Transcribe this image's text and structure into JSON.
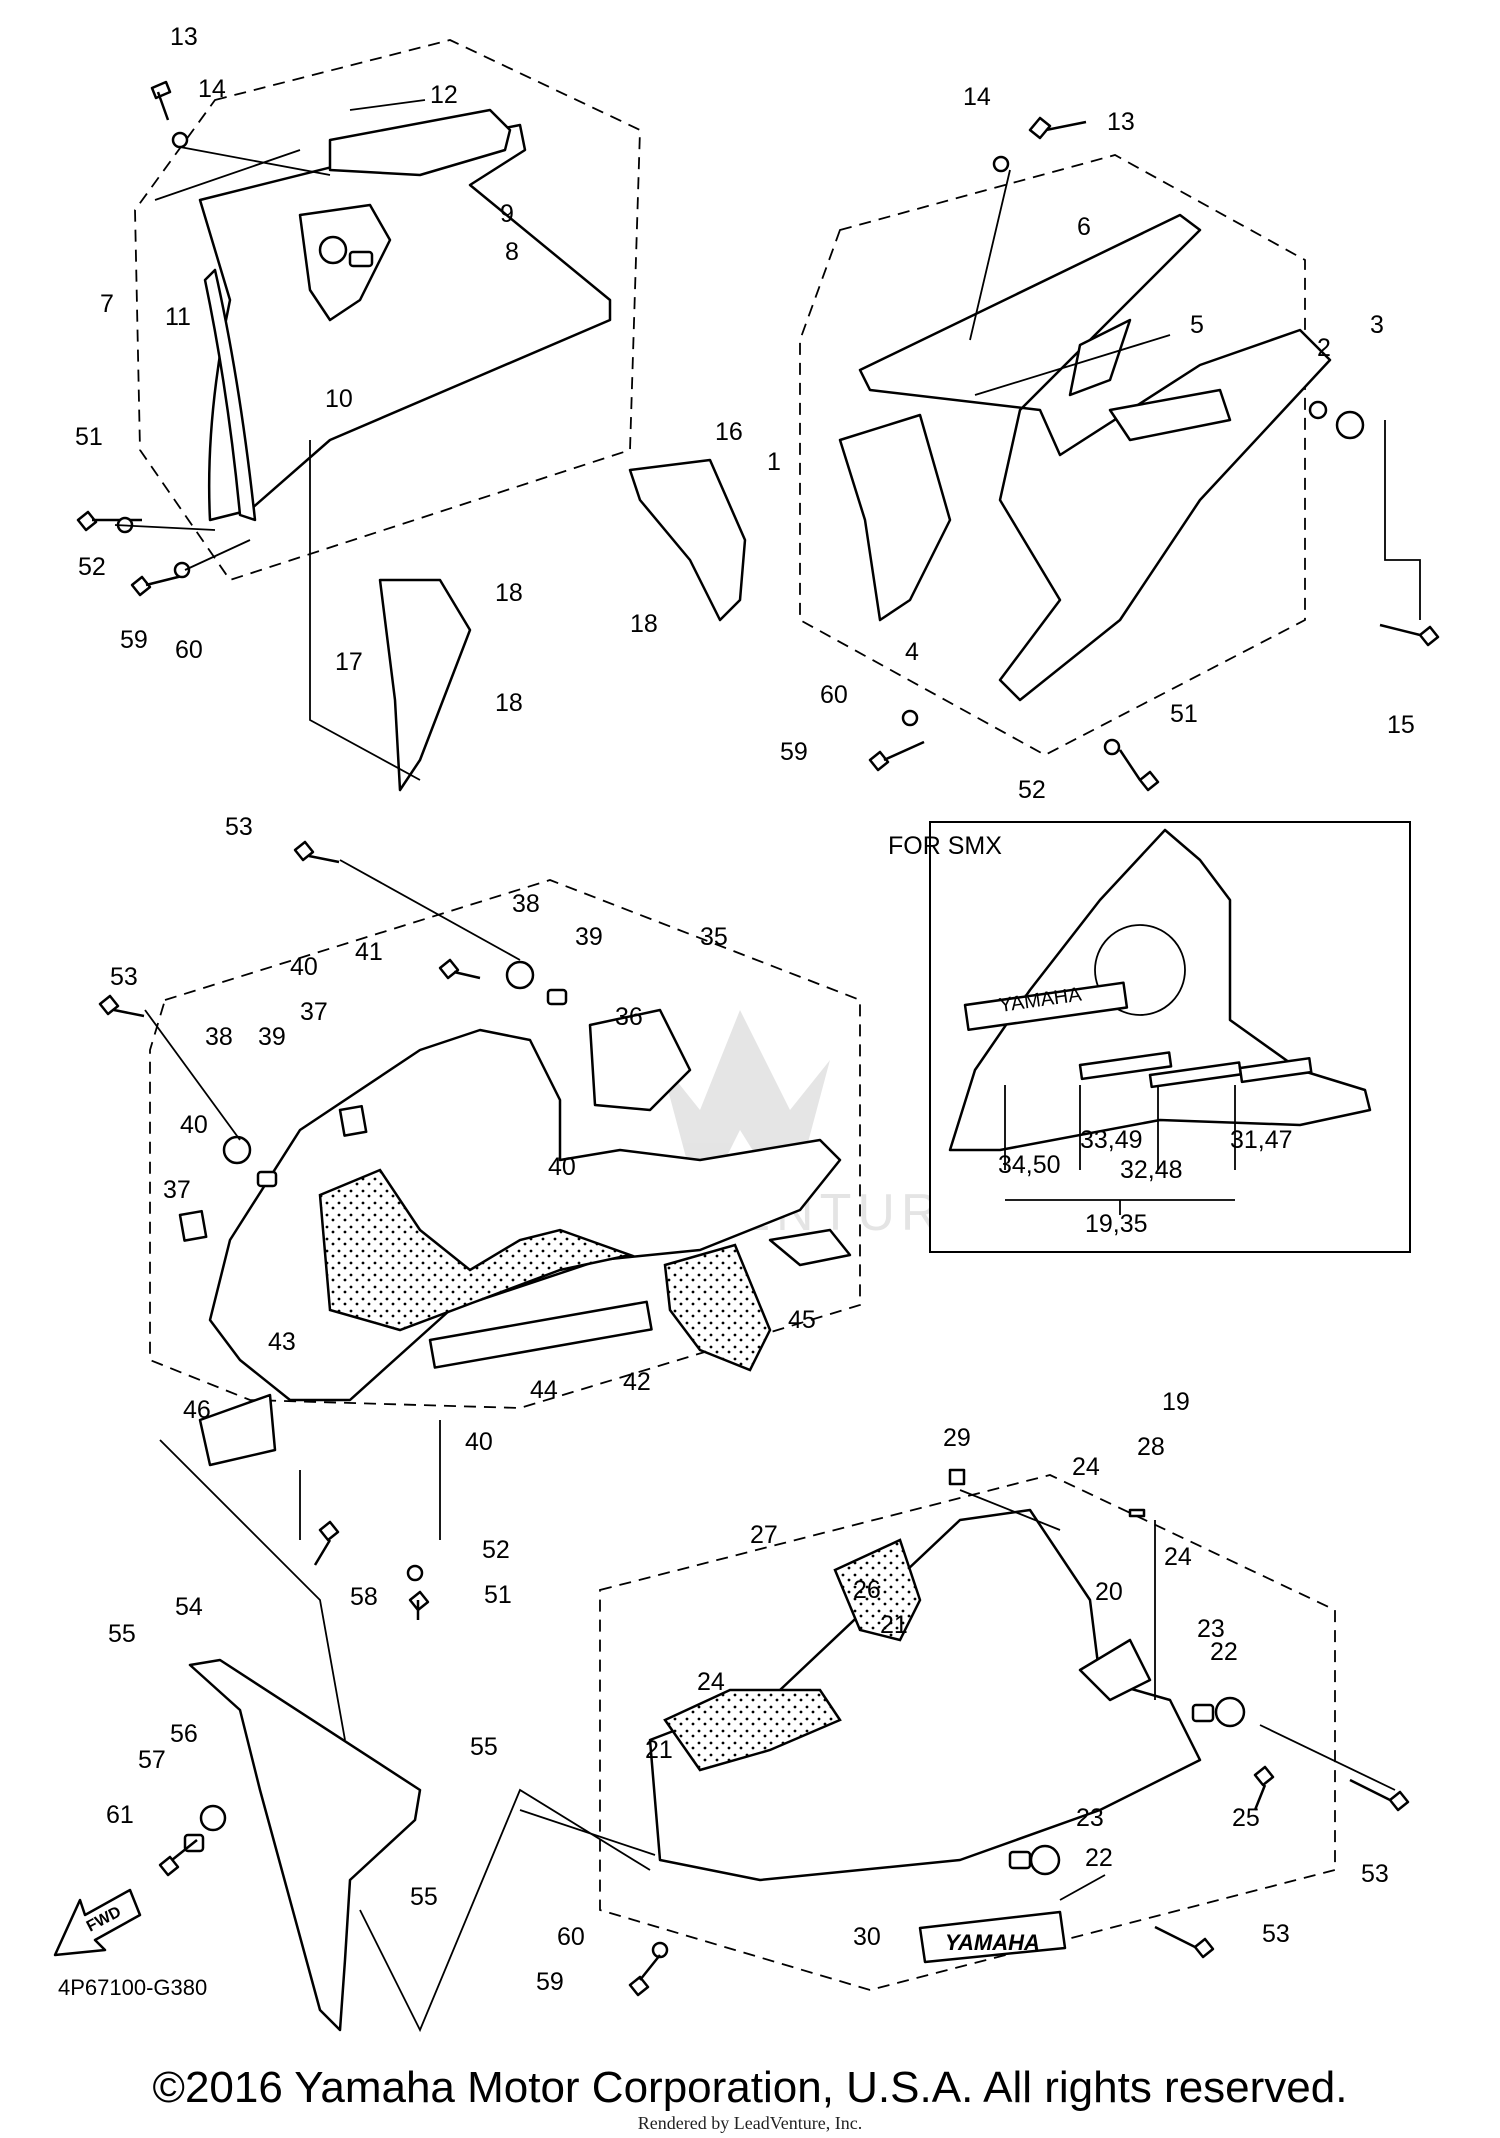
{
  "diagram": {
    "code": "4P67100-G380",
    "fwd_label": "FWD",
    "inset_title": "FOR SMX",
    "brand_mark": "YAMAHA",
    "watermark": "LEADVENTURE"
  },
  "callouts": [
    "1",
    "2",
    "3",
    "4",
    "5",
    "6",
    "7",
    "8",
    "9",
    "10",
    "11",
    "12",
    "13",
    "14",
    "15",
    "16",
    "17",
    "18",
    "19",
    "20",
    "21",
    "22",
    "23",
    "24",
    "25",
    "26",
    "27",
    "28",
    "29",
    "30",
    "31,47",
    "32,48",
    "33,49",
    "34,50",
    "35",
    "36",
    "37",
    "38",
    "39",
    "40",
    "41",
    "42",
    "43",
    "44",
    "45",
    "46",
    "51",
    "52",
    "53",
    "54",
    "55",
    "56",
    "57",
    "58",
    "59",
    "60",
    "61",
    "19,35"
  ],
  "footer": {
    "copyright": "©2016 Yamaha Motor Corporation, U.S.A. All rights reserved.",
    "rendered_by": "Rendered by LeadVenture, Inc."
  }
}
